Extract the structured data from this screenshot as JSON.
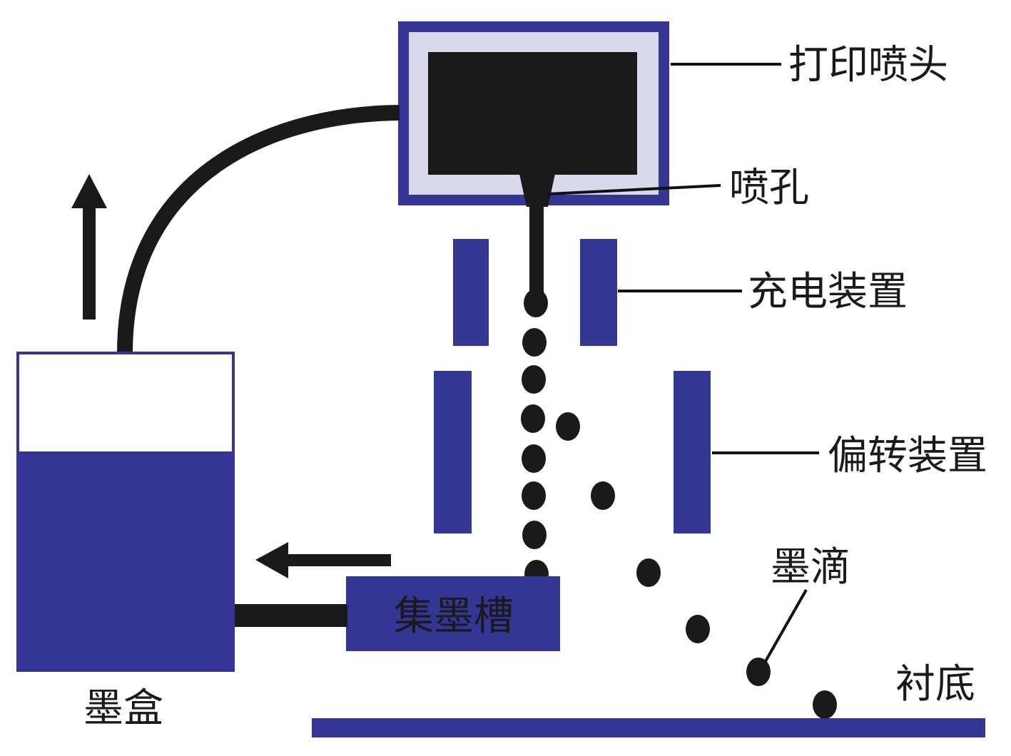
{
  "labels": {
    "print_head": "打印喷头",
    "nozzle": "喷孔",
    "charging_device": "充电装置",
    "deflection_device": "偏转装置",
    "ink_droplet": "墨滴",
    "substrate": "衬底",
    "ink_collector": "集墨槽",
    "ink_box": "墨盒"
  },
  "colors": {
    "device_blue": "#353596",
    "head_frame_light": "#d9d9ec",
    "ink_black": "#1a1a1a",
    "line": "#111111",
    "background": "#ffffff"
  }
}
